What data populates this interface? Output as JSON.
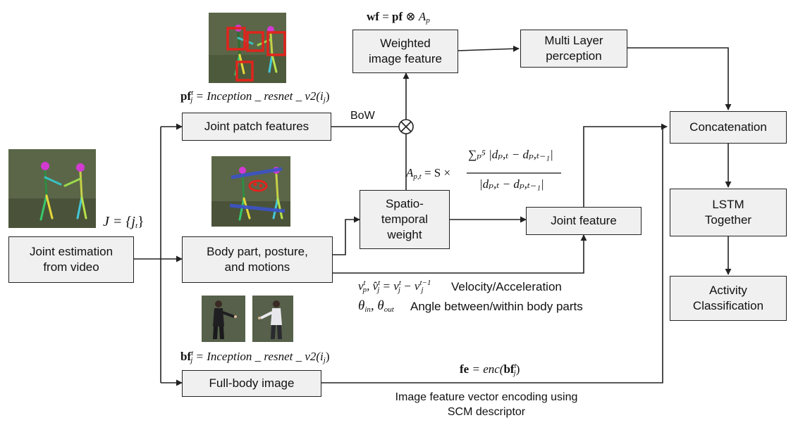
{
  "boxes": {
    "joint_estimation": "Joint estimation\nfrom video",
    "joint_patch": "Joint patch features",
    "body_part": "Body part, posture,\nand motions",
    "full_body": "Full-body image",
    "weighted_feature": "Weighted\nimage feature",
    "spatio_temporal": "Spatio-\ntemporal\nweight",
    "joint_feature": "Joint feature",
    "mlp": "Multi Layer\nperception",
    "concatenation": "Concatenation",
    "lstm": "LSTM\nTogether",
    "activity": "Activity\nClassification"
  },
  "labels": {
    "bow": "BoW",
    "velocity": "Velocity/Acceleration",
    "angle": "Angle between/within body parts",
    "encoding": "Image feature vector encoding using\nSCM descriptor"
  },
  "formulas": {
    "wf_lhs": "wf",
    "wf_eq": " = ",
    "wf_pf": "pf",
    "wf_op": " ⊗ ",
    "wf_A": "A",
    "wf_A_sub": "p",
    "pf_lhs": "pf",
    "pf_sub": "j",
    "pf_sup": "t",
    "pf_rhs": " = Inception _ resnet _ v2(i",
    "pf_rhs_sub": "j",
    "pf_close": ")",
    "J_set": "J = {j",
    "J_sub": "t",
    "J_close": "}",
    "A_lhs": "A",
    "A_lhs_sub": "p,t",
    "A_eq": " = S ×",
    "A_num": "∑ₚ⁵ |dₚ,ₜ − dₚ,ₜ₋₁|",
    "A_den": "|dₚ,ₜ − dₚ,ₜ₋₁|",
    "vel_formula": "v",
    "vel_sub": "p",
    "vel_sup": "t",
    "vel_rest": ", v̂",
    "vel_rest_sub": "j",
    "vel_rest_sup": "t",
    "vel_eq": " = v",
    "vel_eq_sub": "j",
    "vel_eq_sup": "t",
    "vel_minus": " − v",
    "vel_minus_sub": "j",
    "vel_minus_sup": "t−1",
    "theta_in": "θ",
    "theta_in_sub": "in",
    "theta_comma": ", θ",
    "theta_out_sub": "out",
    "bf_lhs": "bf",
    "bf_sub": "j",
    "bf_sup": "t",
    "bf_rhs": " = Inception _ resnet _ v2(i",
    "bf_rhs_sub": "j",
    "bf_close": ")",
    "fe_lhs": "fe",
    "fe_eq": " = enc(",
    "fe_bf": "bf",
    "fe_sub": "j",
    "fe_sup": "t",
    "fe_close": ")"
  },
  "colors": {
    "box_fill": "#f0f0f0",
    "line": "#222222",
    "patch_box_red": "#e0241c",
    "grass": "#5b6648",
    "weight_blue": "#3b52c8"
  }
}
